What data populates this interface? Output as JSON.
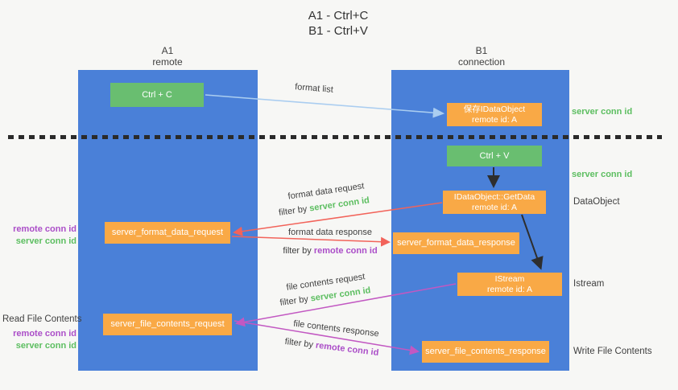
{
  "title": {
    "line1": "A1 - Ctrl+C",
    "line2": "B1 - Ctrl+V"
  },
  "columns": {
    "left": {
      "id": "A1",
      "name": "remote"
    },
    "right": {
      "id": "B1",
      "name": "connection"
    }
  },
  "boxes": {
    "ctrl_c": "Ctrl + C",
    "ctrl_v": "Ctrl + V",
    "save_dataobject": {
      "line1": "保存IDataObject",
      "line2": "remote id: A"
    },
    "getdata": {
      "line1": "IDataObject::GetData",
      "line2": "remote id: A"
    },
    "istream": {
      "line1": "IStream",
      "line2": "remote id: A"
    },
    "server_format_data_request": "server_format_data_request",
    "server_format_data_response": "server_format_data_response",
    "server_file_contents_request": "server_file_contents_request",
    "server_file_contents_response": "server_file_contents_response"
  },
  "flow_labels": {
    "format_list": "format list",
    "format_data_request": "format data request",
    "format_data_response": "format data response",
    "file_contents_request": "file contents request",
    "file_contents_response": "file contents response",
    "filter_by": "filter by "
  },
  "side_labels": {
    "server_conn_id": "server conn id",
    "remote_conn_id": "remote conn id",
    "dataobject": "DataObject",
    "istream": "Istream",
    "read_file_contents": "Read File Contents",
    "write_file_contents": "Write File Contents"
  },
  "colors": {
    "panel_blue": "#4a80d8",
    "green_box": "#69be70",
    "orange_box": "#f9a946",
    "green_text": "#5cbe60",
    "purple_text": "#ab4ec8",
    "red_arrow": "#f2635a",
    "magenta_arrow": "#c258c2",
    "light_blue_arrow": "#aacdf0",
    "black_arrow": "#2e2e2e"
  }
}
